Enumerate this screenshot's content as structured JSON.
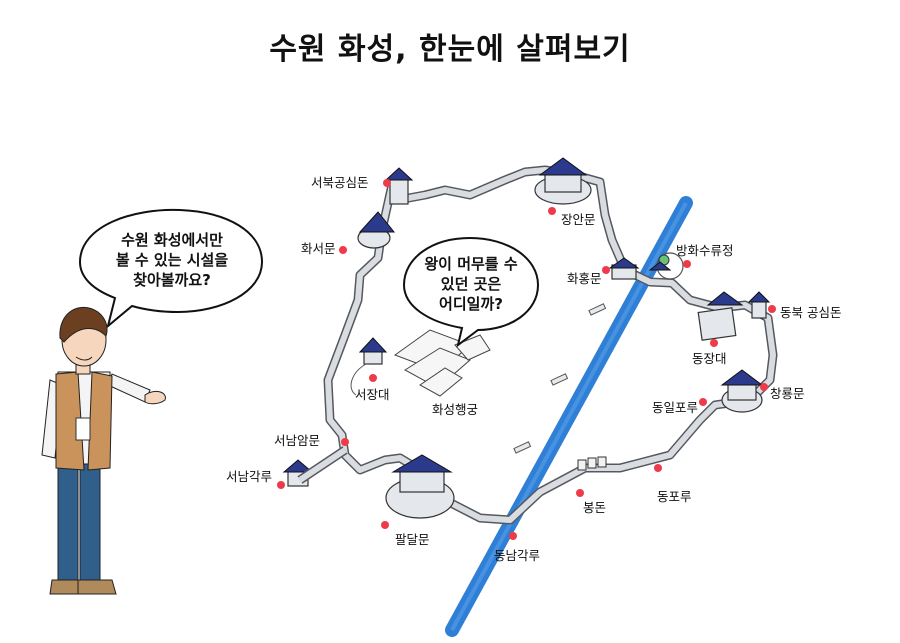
{
  "title": "수원 화성, 한눈에 살펴보기",
  "guide_bubble": {
    "lines": [
      "수원 화성에서만",
      "볼 수 있는 시설을",
      "찾아볼까요?"
    ]
  },
  "palace_bubble": {
    "lines": [
      "왕이 머무를 수",
      "있던 곳은",
      "어디일까?"
    ]
  },
  "places": {
    "seobuk_gongsimdon": "서북공심돈",
    "janganmun": "장안문",
    "hwaseomun": "화서문",
    "banghwa_suryujeong": "방화수류정",
    "hwahongmun": "화홍문",
    "dongbuk_gongsimdon": "동북 공심돈",
    "dongjangdae": "동장대",
    "seojangdae": "서장대",
    "haenggung": "화성행궁",
    "changnyongmun": "창룡문",
    "dongil_poru": "동일포루",
    "seonam_ammun": "서남암문",
    "seonam_gakru": "서남각루",
    "bongdon": "봉돈",
    "dongporu": "동포루",
    "paldalmun": "팔달문",
    "dongnam_gakru": "동남각루"
  },
  "colors": {
    "marker": "#ee3b4a",
    "river": "#2f7fd6",
    "wall": "#d9dde2",
    "roof": "#2b3a8c",
    "vest": "#c9935b",
    "jeans": "#2f5f8a"
  }
}
